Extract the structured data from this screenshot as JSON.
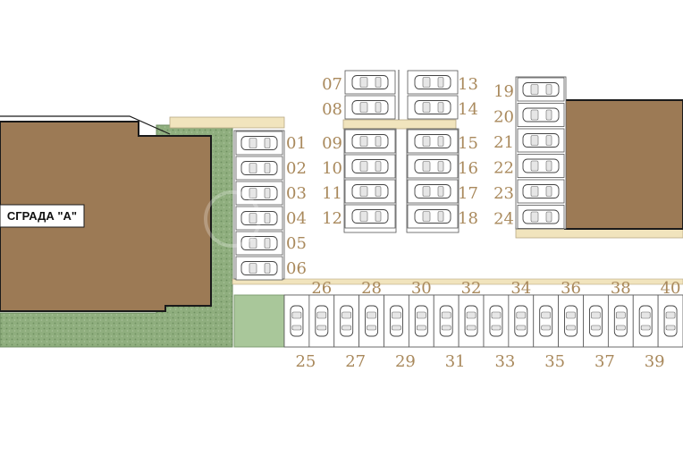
{
  "building_a": {
    "label": "СГРАДА \"А\"",
    "color": "#9c7a55"
  },
  "building_b": {
    "label": "",
    "color": "#9c7a55"
  },
  "colors": {
    "grass": "#8aa878",
    "sidewalk": "#f1e4bd",
    "number": "#a9895c",
    "roof_edge": "#1a1a1a"
  },
  "spots_left_column": [
    "01",
    "02",
    "03",
    "04",
    "05",
    "06"
  ],
  "spots_middle_left": [
    "07",
    "08",
    "09",
    "10",
    "11",
    "12"
  ],
  "spots_middle_right": [
    "13",
    "14",
    "15",
    "16",
    "17",
    "18"
  ],
  "spots_right_column": [
    "19",
    "20",
    "21",
    "22",
    "23",
    "24"
  ],
  "spots_bottom_top_labels": [
    "26",
    "28",
    "30",
    "32",
    "34",
    "36",
    "38",
    "40"
  ],
  "spots_bottom_bottom_labels": [
    "25",
    "27",
    "29",
    "31",
    "33",
    "35",
    "37",
    "39"
  ]
}
